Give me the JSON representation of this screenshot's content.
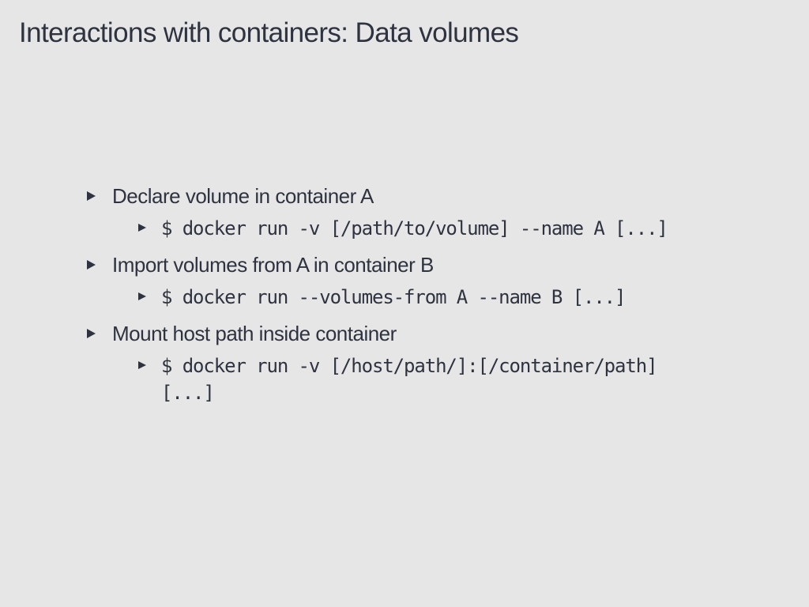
{
  "slide": {
    "title": "Interactions with containers: Data volumes",
    "items": [
      {
        "text": "Declare volume in container A",
        "command": "$ docker run -v [/path/to/volume] --name A [...]"
      },
      {
        "text": "Import volumes from A in container B",
        "command": "$ docker run --volumes-from A --name B [...]"
      },
      {
        "text": "Mount host path inside container",
        "command": "$ docker run -v [/host/path/]:[/container/path] [...]"
      }
    ]
  },
  "colors": {
    "background": "#e6e6e6",
    "text": "#2f3340"
  },
  "icons": {
    "bullet": "triangle-right-icon"
  }
}
